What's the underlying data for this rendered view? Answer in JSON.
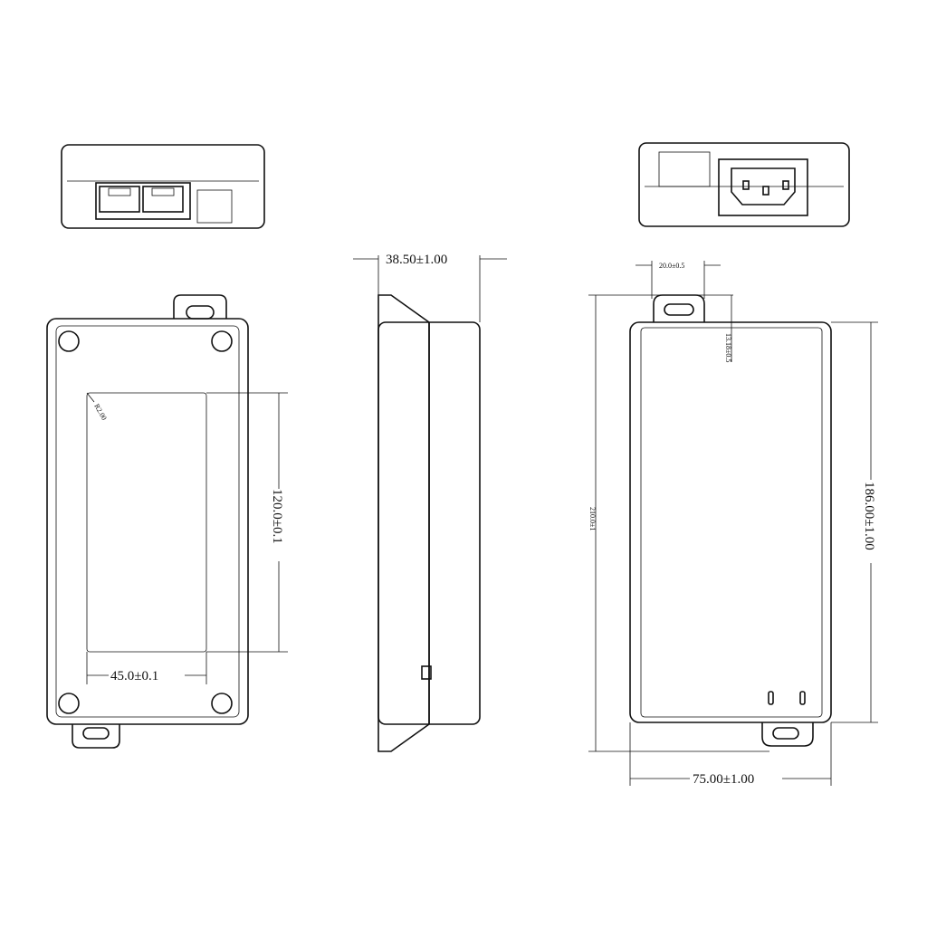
{
  "dimensions": {
    "label_window_height": "120.0±0.1",
    "label_window_width": "45.0±0.1",
    "corner_radius": "R2.00",
    "side_depth": "38.50±1.00",
    "tab_width": "20.0±0.5",
    "tab_height": "13.18±0.5",
    "overall_length": "210.0±1",
    "body_length": "186.00±1.00",
    "body_width": "75.00±1.00"
  }
}
